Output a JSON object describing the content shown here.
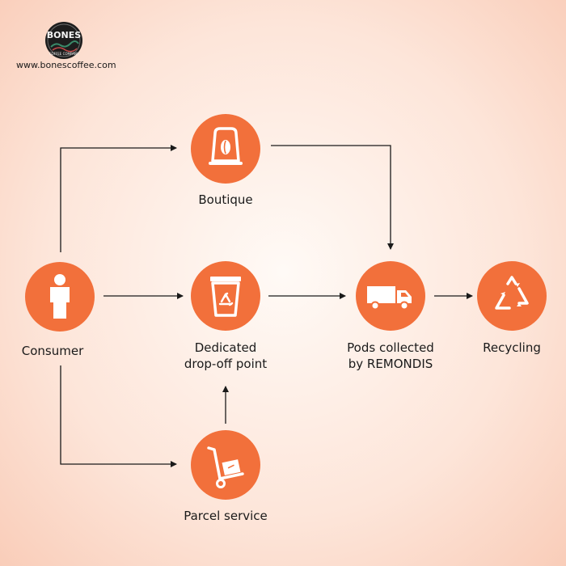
{
  "brand": {
    "logo_text": "BONES",
    "logo_subtext": "COFFEE COMPANY",
    "url": "www.bonescoffee.com"
  },
  "nodes": {
    "consumer": {
      "label": "Consumer",
      "icon": "person-icon"
    },
    "boutique": {
      "label": "Boutique",
      "icon": "coffee-pod-icon"
    },
    "dropoff": {
      "label_line1": "Dedicated",
      "label_line2": "drop-off point",
      "icon": "recycle-bin-icon"
    },
    "parcel": {
      "label": "Parcel service",
      "icon": "hand-truck-icon"
    },
    "collected": {
      "label_line1": "Pods collected",
      "label_line2": "by REMONDIS",
      "icon": "truck-icon"
    },
    "recycling": {
      "label": "Recycling",
      "icon": "recycle-icon"
    }
  },
  "colors": {
    "accent": "#f2703b",
    "text": "#1a1a1a",
    "line": "#1a1a1a"
  }
}
